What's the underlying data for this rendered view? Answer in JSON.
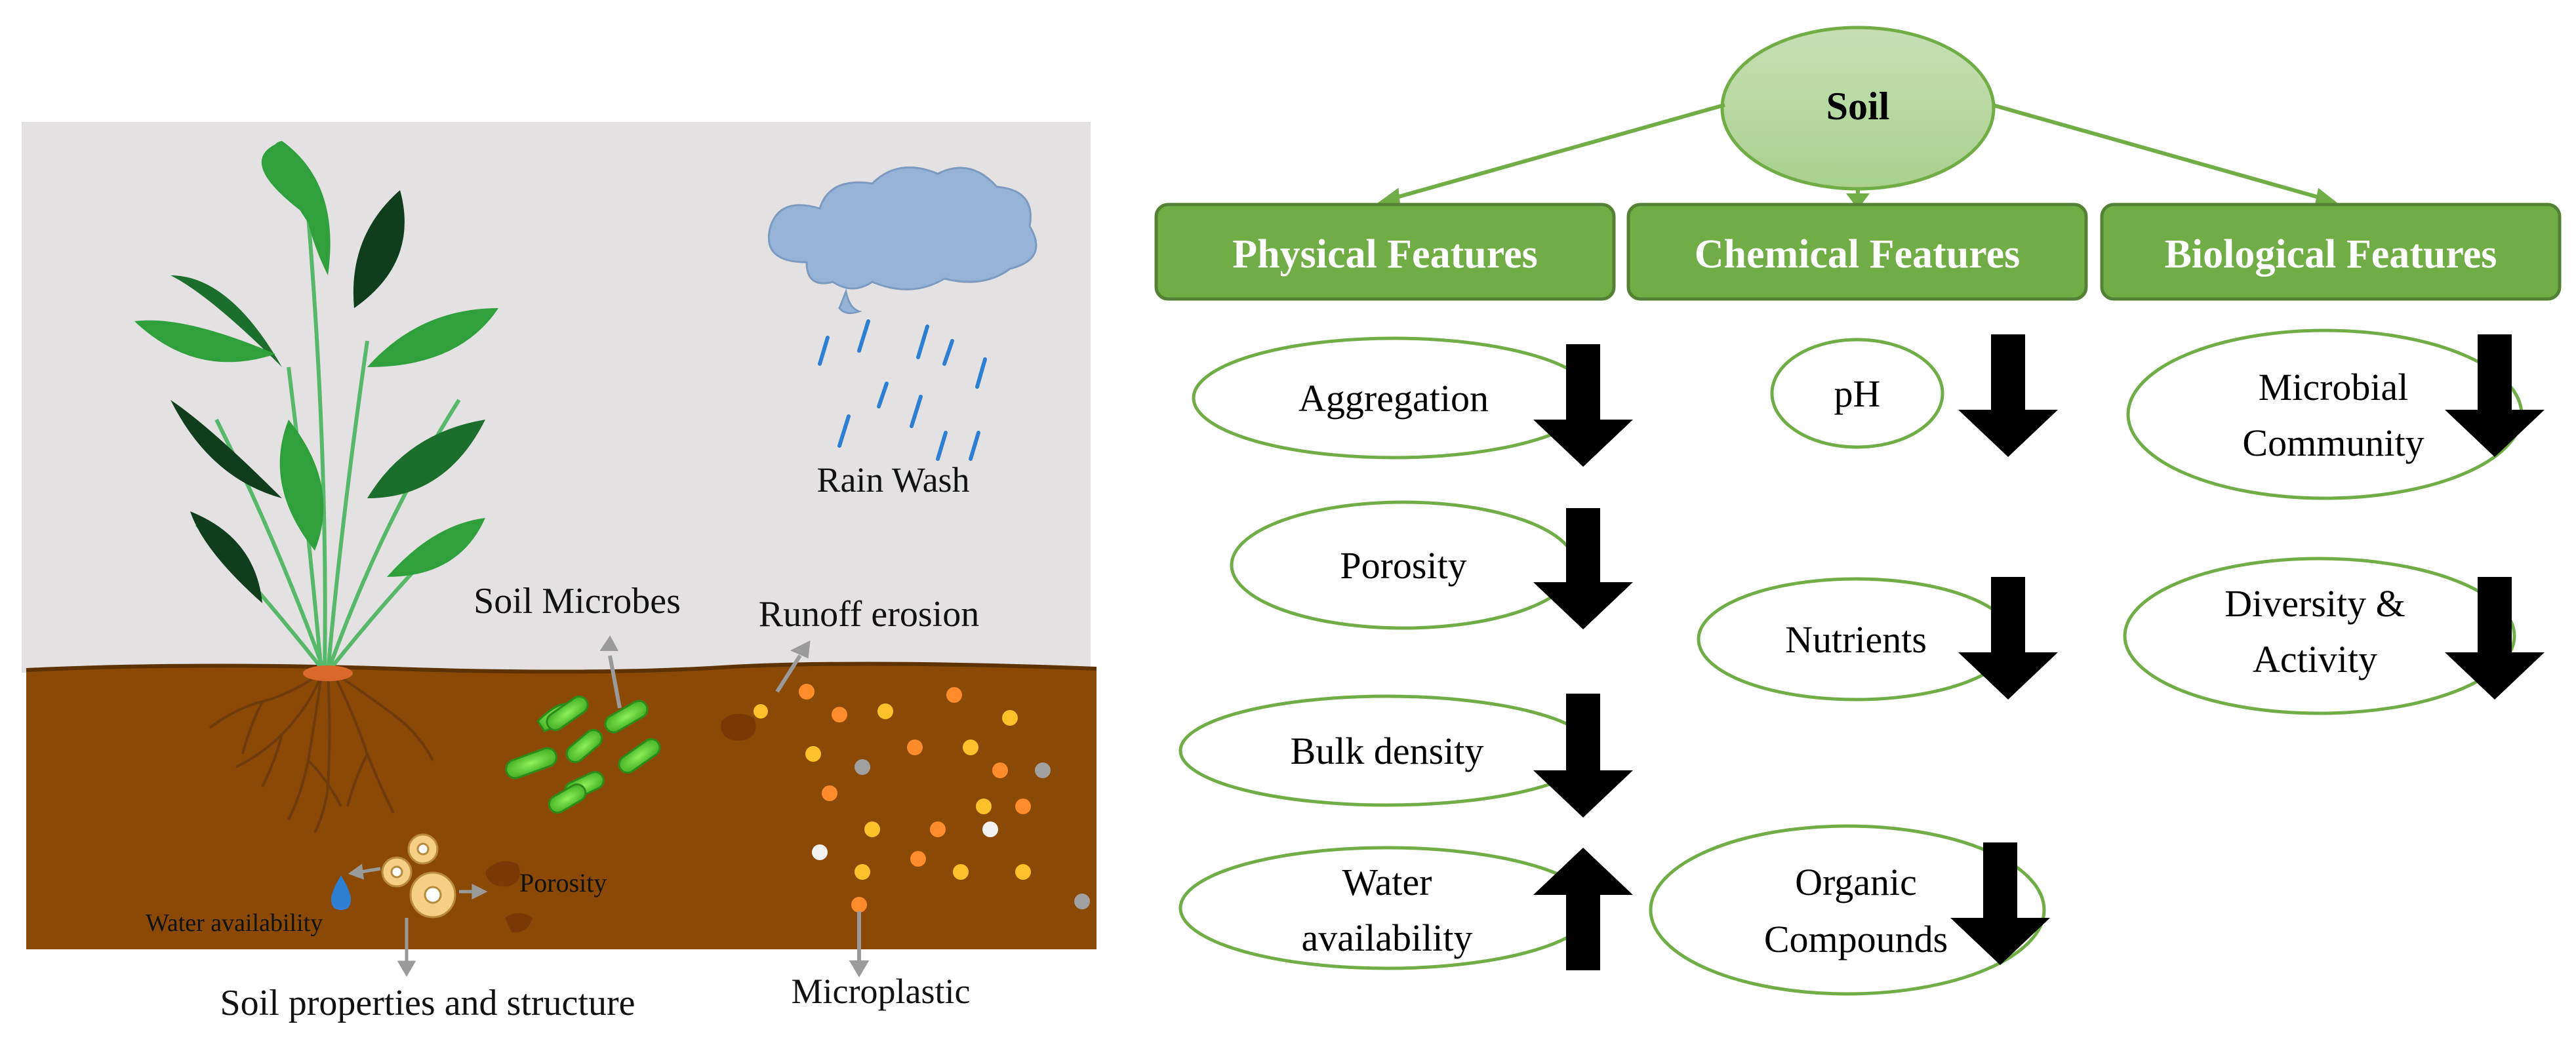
{
  "illustration": {
    "labels": {
      "rain_wash": "Rain Wash",
      "soil_microbes": "Soil Microbes",
      "runoff_erosion": "Runoff erosion",
      "porosity": "Porosity",
      "water_availability": "Water availability",
      "soil_properties": "Soil properties and structure",
      "microplastic": "Microplastic"
    },
    "colors": {
      "sky": "#e4e1e3",
      "soil": "#8a4a06",
      "leaf_light": "#2fa03b",
      "leaf_dark": "#0f3d1d",
      "cloud": "#96b4d8",
      "rain": "#2e7fd1",
      "microbe": "#61d23a"
    }
  },
  "diagram": {
    "root": {
      "label": "Soil"
    },
    "categories": [
      {
        "label": "Physical Features"
      },
      {
        "label": "Chemical Features"
      },
      {
        "label": "Biological Features"
      }
    ],
    "physical": [
      {
        "line1": "Aggregation",
        "line2": "",
        "trend": "down"
      },
      {
        "line1": "Porosity",
        "line2": "",
        "trend": "down"
      },
      {
        "line1": "Bulk density",
        "line2": "",
        "trend": "down"
      },
      {
        "line1": "Water",
        "line2": "availability",
        "trend": "up"
      }
    ],
    "chemical": [
      {
        "line1": "pH",
        "line2": "",
        "trend": "down"
      },
      {
        "line1": "Nutrients",
        "line2": "",
        "trend": "down"
      },
      {
        "line1": "Organic",
        "line2": "Compounds",
        "trend": "down"
      }
    ],
    "biological": [
      {
        "line1": "Microbial",
        "line2": "Community",
        "trend": "down"
      },
      {
        "line1": "Diversity &",
        "line2": "Activity",
        "trend": "down"
      }
    ],
    "colors": {
      "green_fill": "#70ad47",
      "green_border": "#548235",
      "ellipse_border": "#70ad47",
      "root_fill_top": "#c5e0b4",
      "root_fill_bottom": "#a9d18e",
      "arrow": "#000000"
    }
  }
}
